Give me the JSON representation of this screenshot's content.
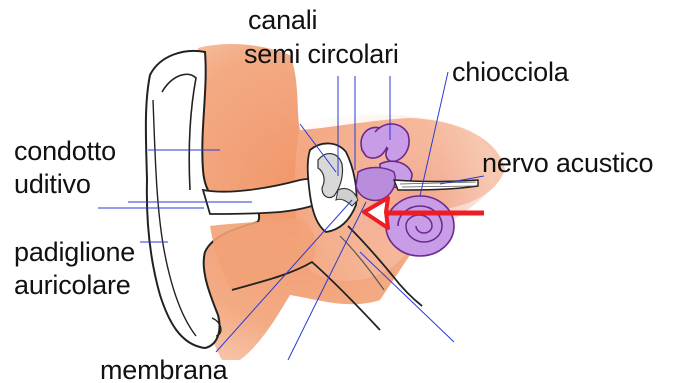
{
  "labels": {
    "canali": "canali",
    "semi_circolari": "semi circolari",
    "chiocciola": "chiocciola",
    "nervo_acustico": "nervo acustico",
    "condotto": "condotto",
    "uditivo": "uditivo",
    "padiglione": "padiglione",
    "auricolare": "auricolare",
    "membrana": "membrana"
  },
  "colors": {
    "skin": "#f2a277",
    "skin_light": "#f8d3bd",
    "inner_pink": "#f4b5a0",
    "cochlea": "#c89ce6",
    "cochlea_line": "#6a2a8c",
    "pointer_line": "#2b3bd6",
    "arrow": "#ee1c24",
    "outline": "#222222",
    "ossicle": "#e5e5e5"
  }
}
